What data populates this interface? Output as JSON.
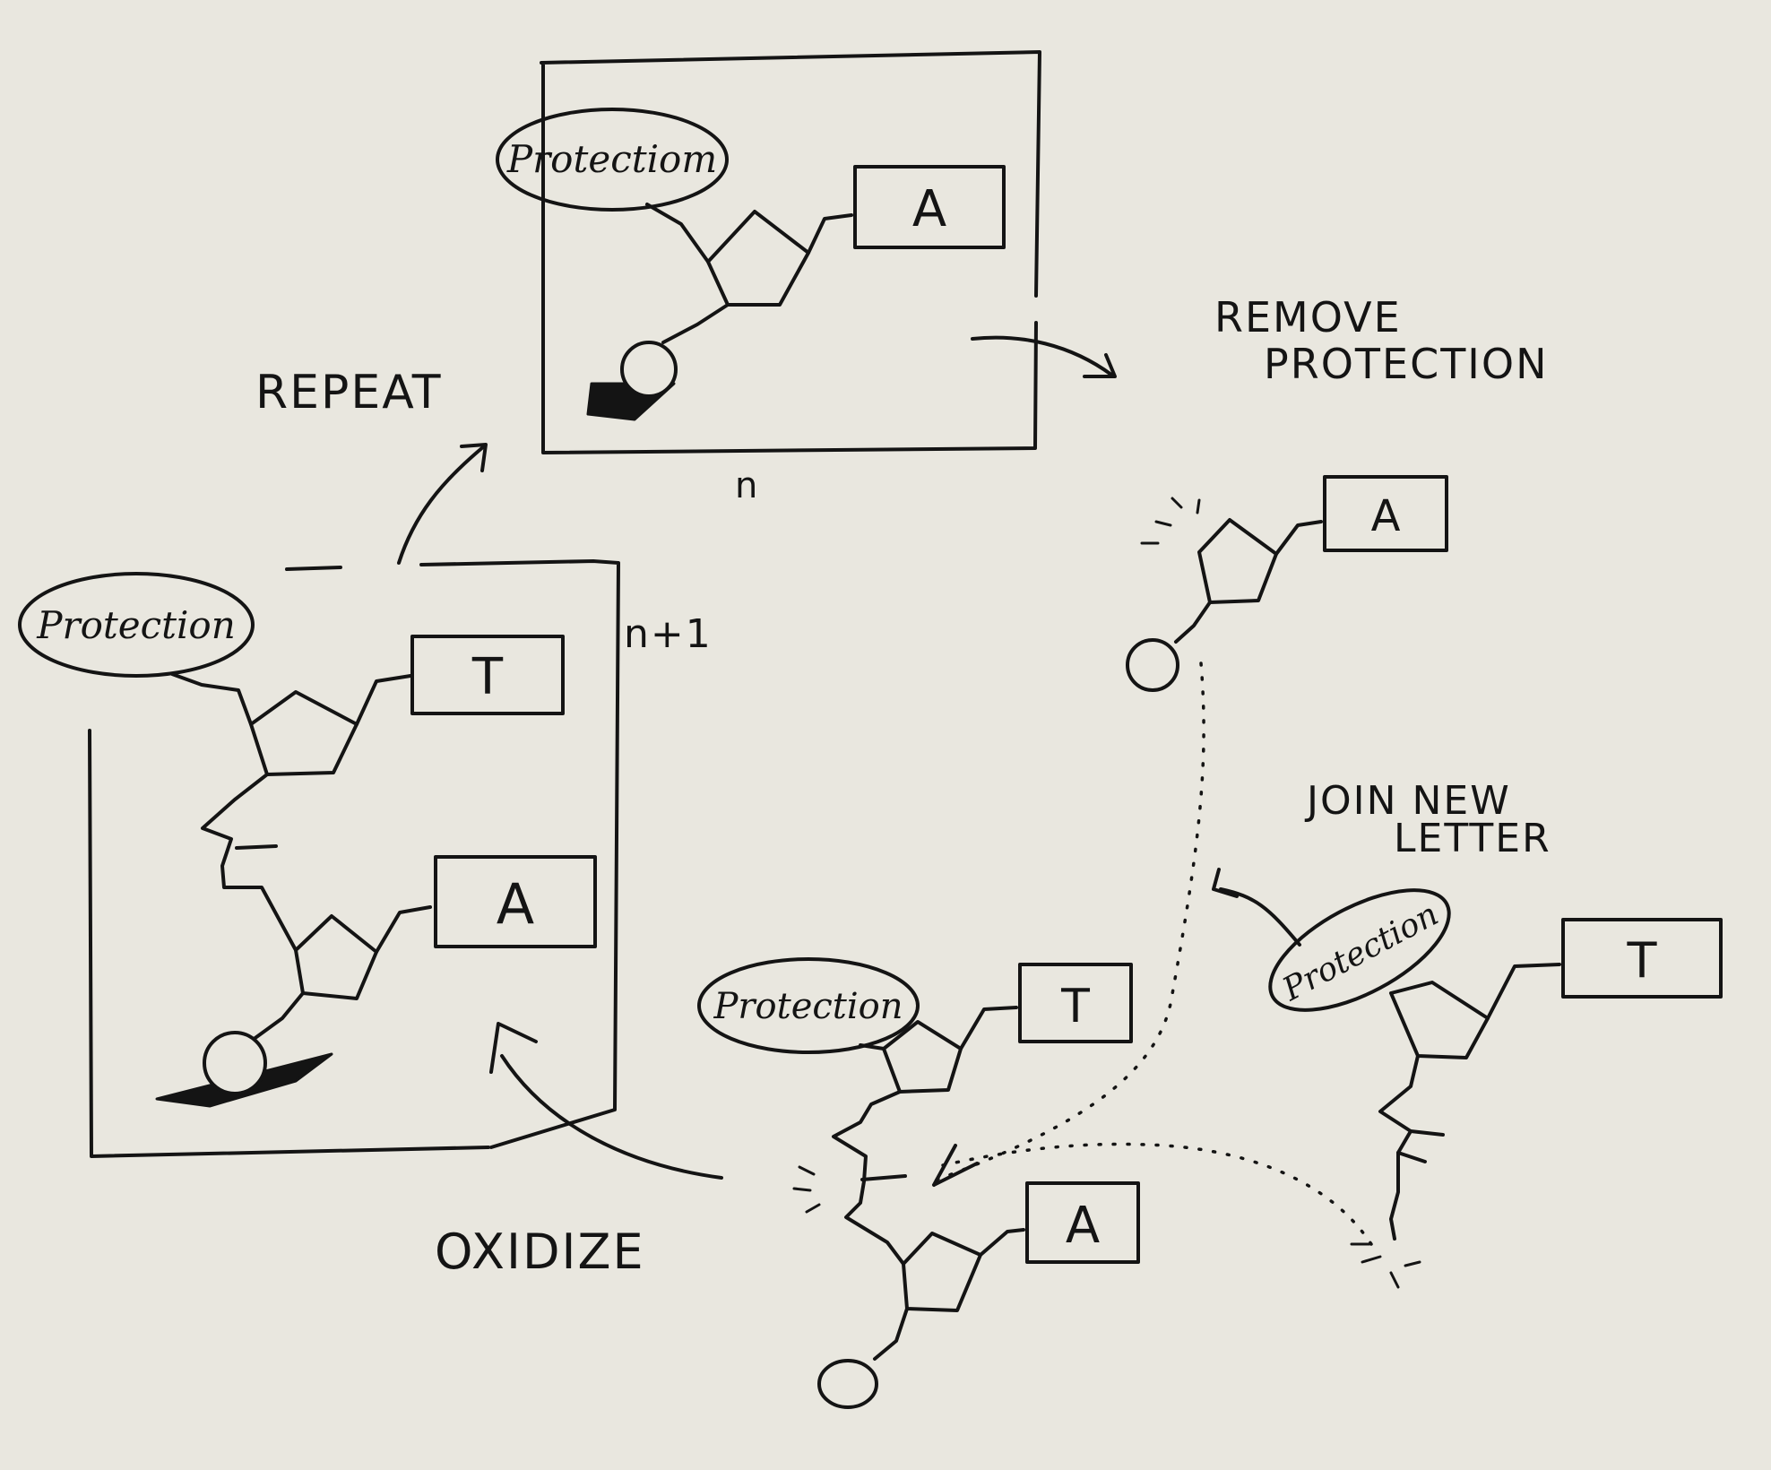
{
  "labels": {
    "repeat": "REPEAT",
    "remove_protection_1": "REMOVE",
    "remove_protection_2": "PROTECTION",
    "join_new_letter_1": "JOIN NEW",
    "join_new_letter_2": "LETTER",
    "oxidize": "OXIDIZE",
    "n": "n",
    "n_plus_1": "n+1"
  },
  "protection_tag": "Protection",
  "protection_tag_top": "Protectiom",
  "bases": {
    "top_box_base": "A",
    "deprotected_base": "A",
    "left_box_upper_base": "T",
    "left_box_lower_base": "A",
    "joined_upper_base": "T",
    "joined_lower_base": "A",
    "new_letter_base": "T"
  }
}
